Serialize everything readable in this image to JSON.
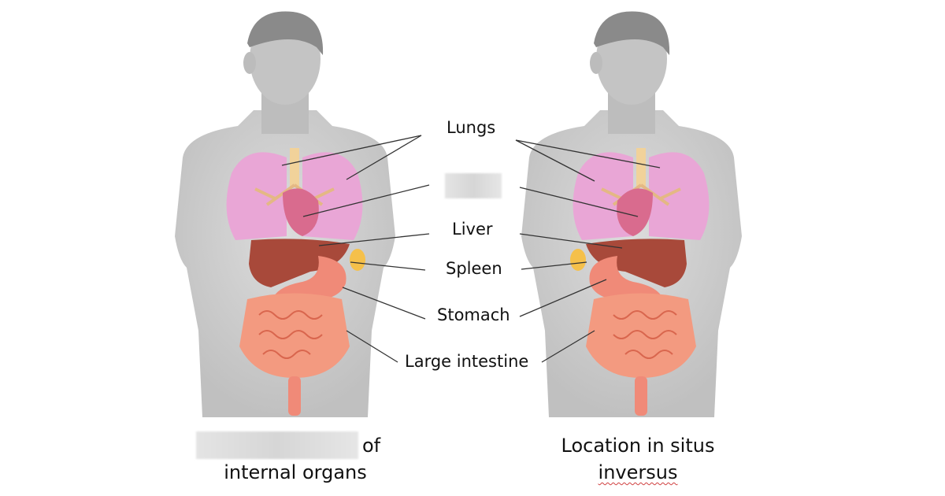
{
  "labels": {
    "lungs": "Lungs",
    "liver": "Liver",
    "spleen": "Spleen",
    "stomach": "Stomach",
    "large_intestine": "Large intestine"
  },
  "captions": {
    "left_line1_suffix": "of",
    "left_line2": "internal organs",
    "right_line1": "Location in situs",
    "right_line2": "inversus"
  },
  "colors": {
    "body": "#c9c9c9",
    "lungs": "#e9a6d6",
    "liver": "#a8493a",
    "stomach": "#f08a78",
    "spleen": "#f5c04a",
    "intestine": "#f39a80"
  }
}
